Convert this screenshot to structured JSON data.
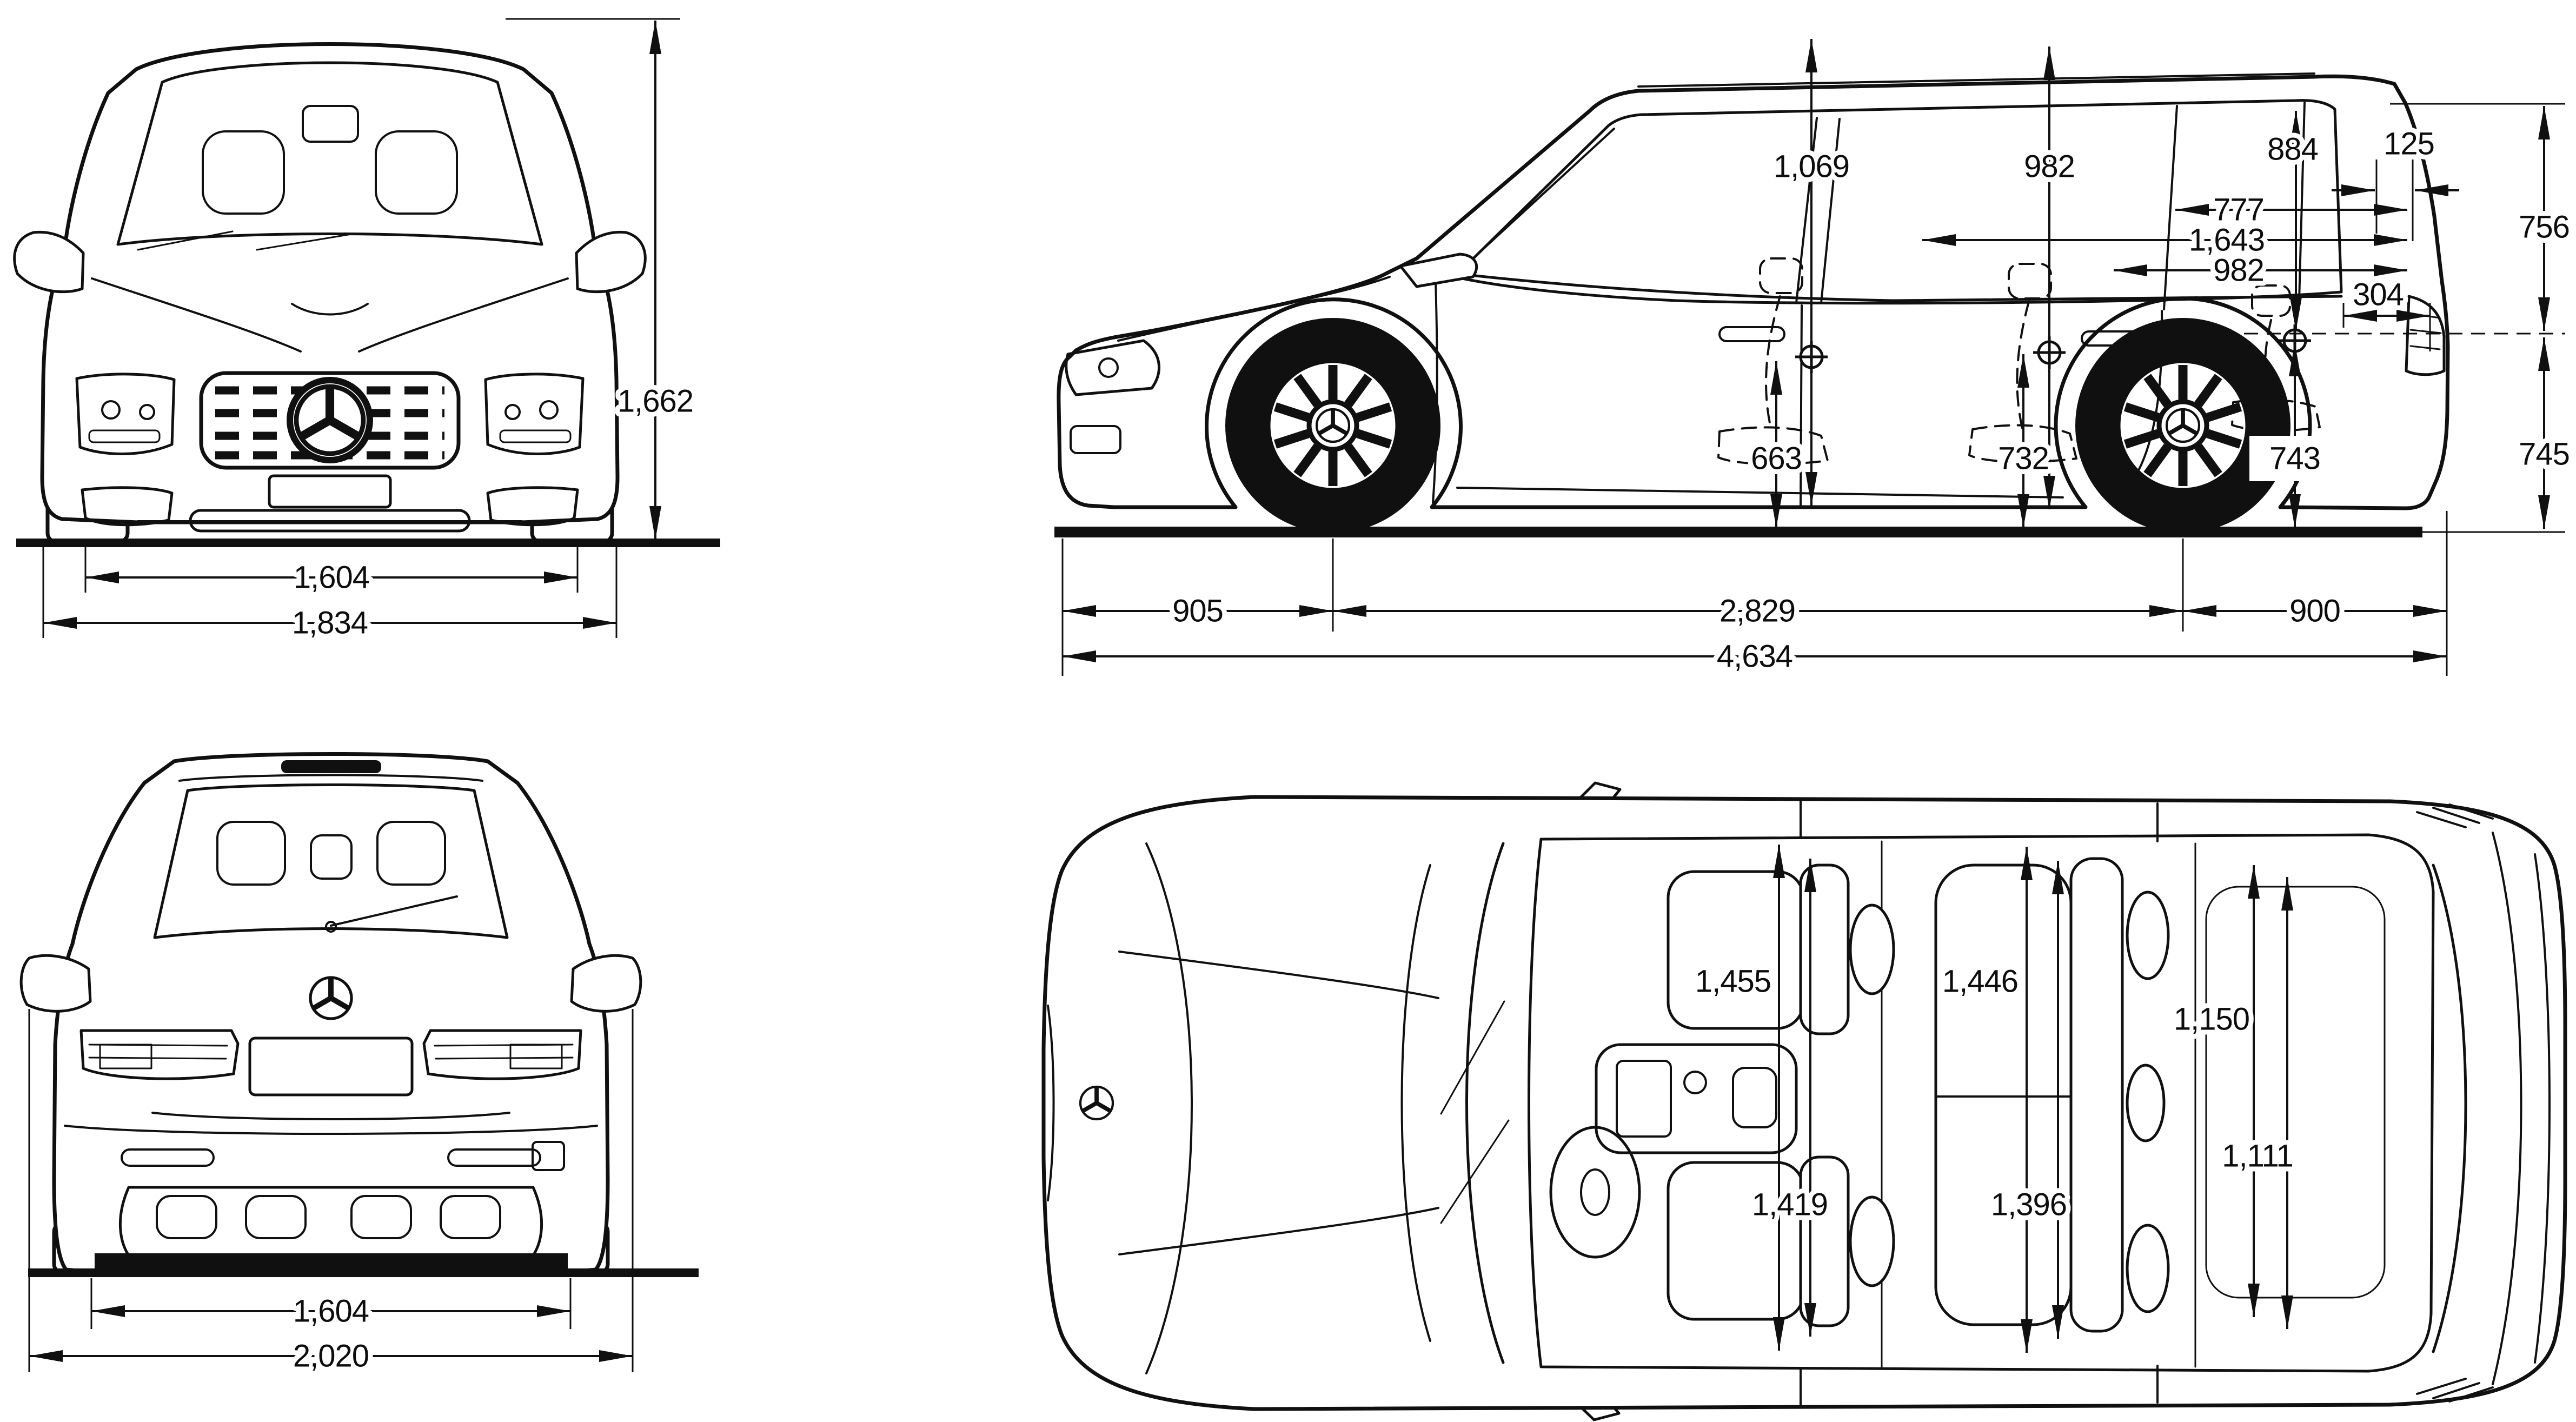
{
  "front": {
    "height": "1,662",
    "track": "1,604",
    "width": "1,834"
  },
  "side": {
    "headroom_front": "1,069",
    "headroom_rear": "982",
    "d884": "884",
    "d125": "125",
    "d777": "777",
    "d1643": "1,643",
    "d982": "982",
    "d304": "304",
    "d756": "756",
    "d745": "745",
    "d663": "663",
    "d732": "732",
    "d743": "743",
    "front_overhang": "905",
    "wheelbase": "2,829",
    "rear_overhang": "900",
    "length": "4,634"
  },
  "rear": {
    "track": "1,604",
    "width_mirrors": "2,020"
  },
  "top": {
    "d1455": "1,455",
    "d1446": "1,446",
    "d1150": "1,150",
    "d1419": "1,419",
    "d1396": "1,396",
    "d1111": "1,111"
  }
}
